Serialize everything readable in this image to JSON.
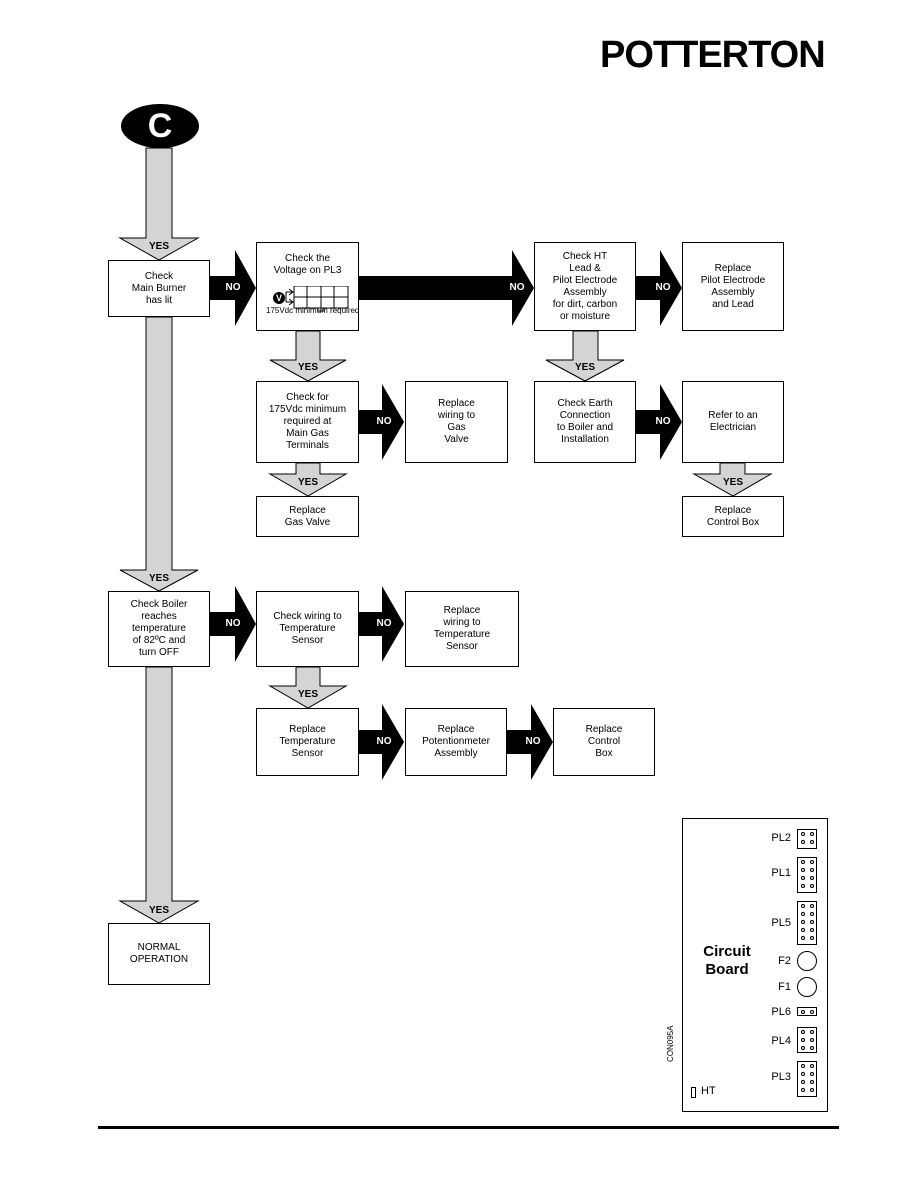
{
  "logo": "POTTERTON",
  "start_label": "C",
  "labels": {
    "yes": "YES",
    "no": "NO"
  },
  "boxes": {
    "main_burner": "Check\nMain Burner\nhas lit",
    "check_pl3": "Check the\nVoltage on PL3",
    "pl3_volt_symbol": "V",
    "pl3_note": "175Vdc\nminimum required",
    "check_ht": "Check HT\nLead &\nPilot Electrode\nAssembly\nfor dirt, carbon\nor moisture",
    "replace_pilot": "Replace\nPilot Electrode\nAssembly\nand Lead",
    "check_175": "Check for\n175Vdc minimum\nrequired at\nMain Gas\nTerminals",
    "replace_wiring_gas": "Replace\nwiring to\nGas\nValve",
    "check_earth": "Check Earth\nConnection\nto Boiler and\nInstallation",
    "refer_electrician": "Refer to an\nElectrician",
    "replace_gas_valve": "Replace\nGas Valve",
    "replace_control_box_1": "Replace\nControl Box",
    "boiler_temp": "Check Boiler\nreaches\ntemperature\nof 82ºC and\nturn OFF",
    "check_wiring_temp": "Check wiring to\nTemperature\nSensor",
    "replace_wiring_temp": "Replace\nwiring to\nTemperature\nSensor",
    "replace_temp_sensor": "Replace\nTemperature\nSensor",
    "replace_pot": "Replace\nPotentionmeter\nAssembly",
    "replace_control_box_2": "Replace\nControl\nBox",
    "normal": "NORMAL\nOPERATION"
  },
  "circuit_board": {
    "title": "Circuit\nBoard",
    "connectors": [
      "PL2",
      "PL1",
      "PL5",
      "F2",
      "F1",
      "PL6",
      "PL4",
      "PL3"
    ],
    "ht_label": "HT",
    "ref": "CON095A"
  },
  "colors": {
    "arrow_gray": "#d4d4d4",
    "arrow_black": "#000000"
  }
}
